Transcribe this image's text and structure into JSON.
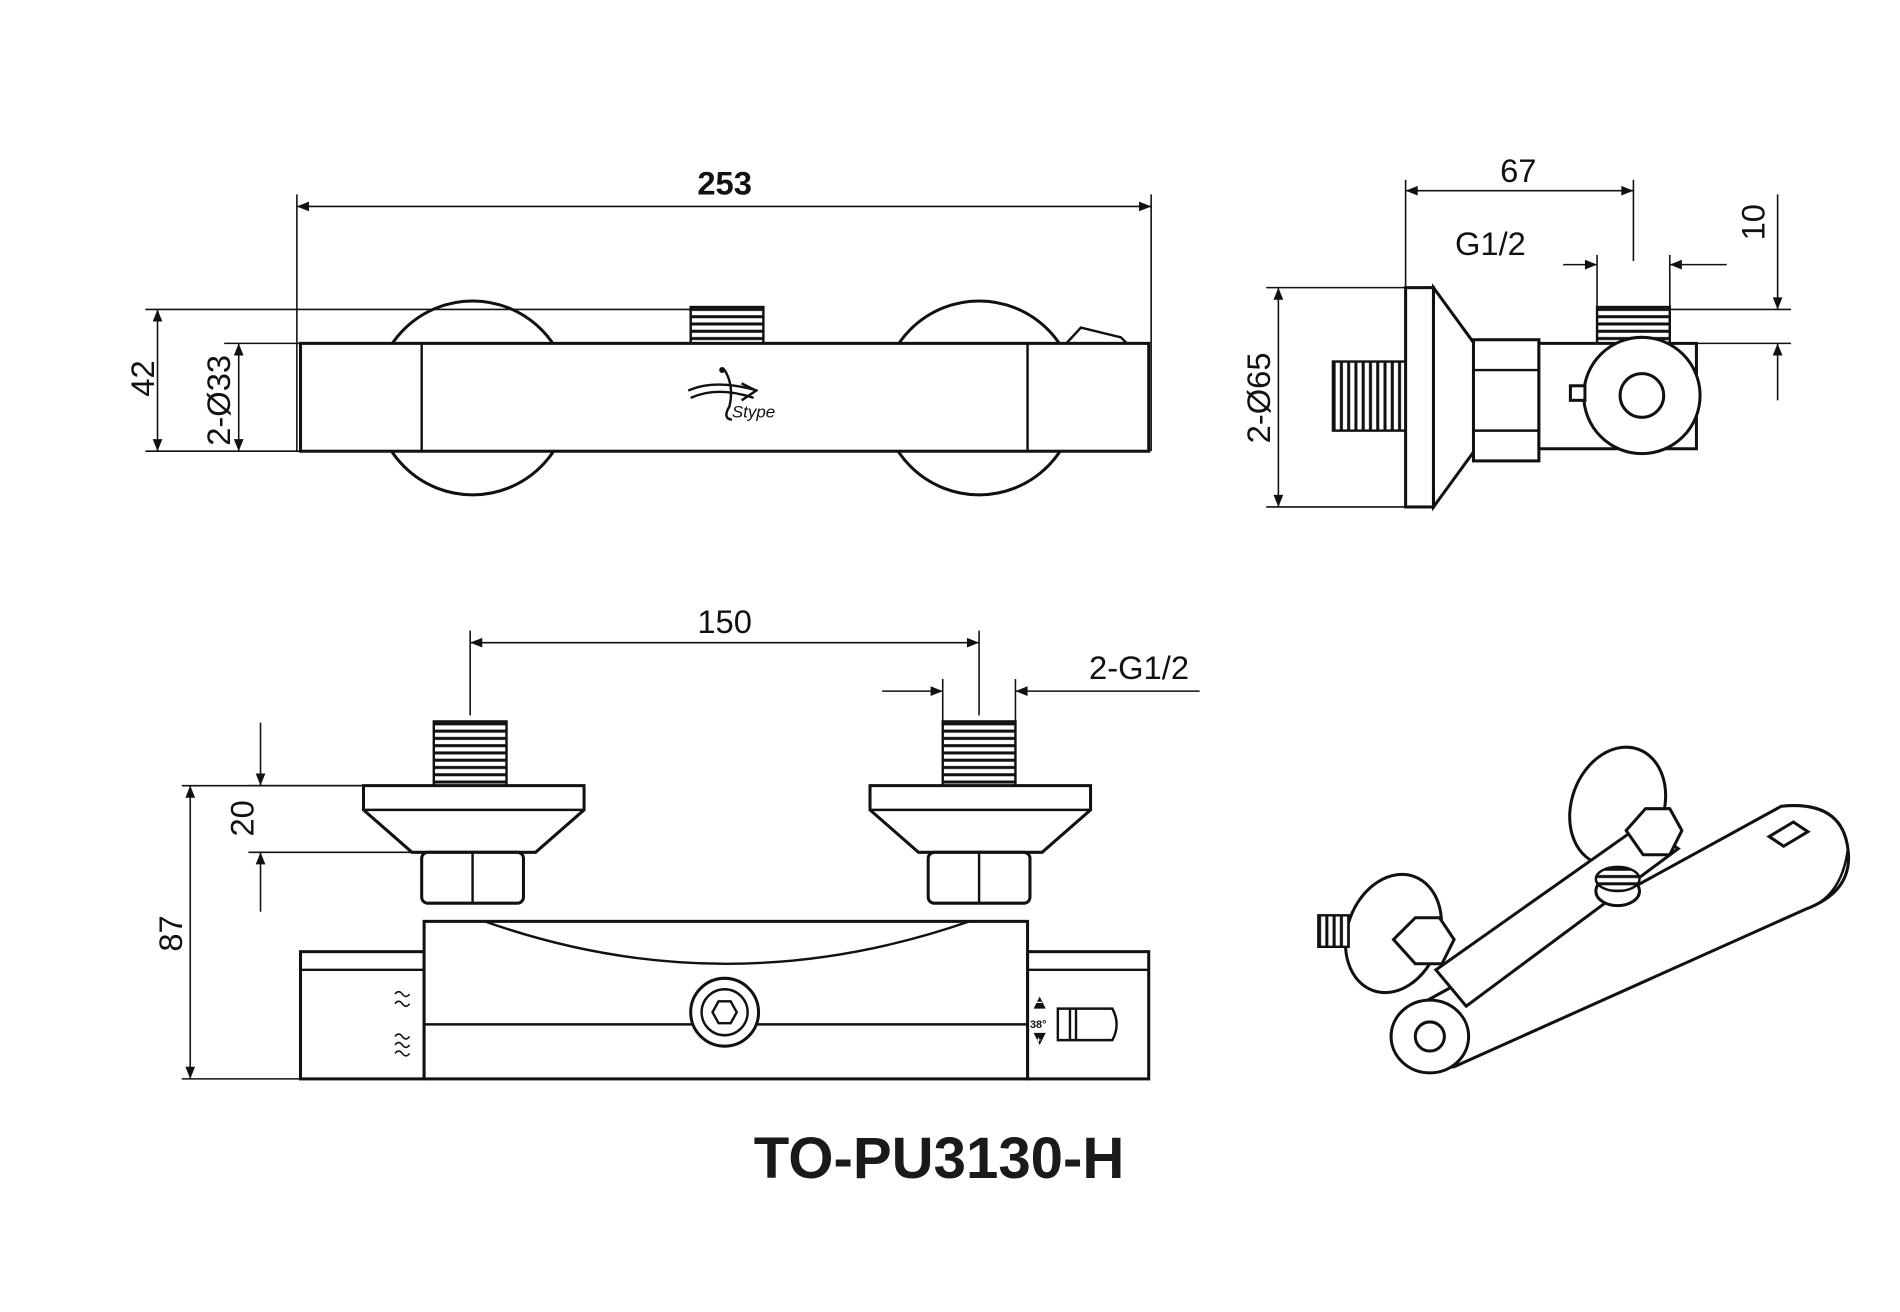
{
  "top_view": {
    "overall_length": "253",
    "height": "42",
    "body_diameter": "2-Ø33",
    "logo_text": "Stype"
  },
  "side_view": {
    "depth": "67",
    "thread": "G1/2",
    "thread_length": "10",
    "flange_diameter": "2-Ø65"
  },
  "front_view": {
    "inlet_spacing": "150",
    "inlet_thread": "2-G1/2",
    "thread_height": "20",
    "overall_height": "87",
    "temperature_label": "38°",
    "minus_symbol": "−",
    "plus_symbol": "+"
  },
  "model_number": "TO-PU3130-H"
}
